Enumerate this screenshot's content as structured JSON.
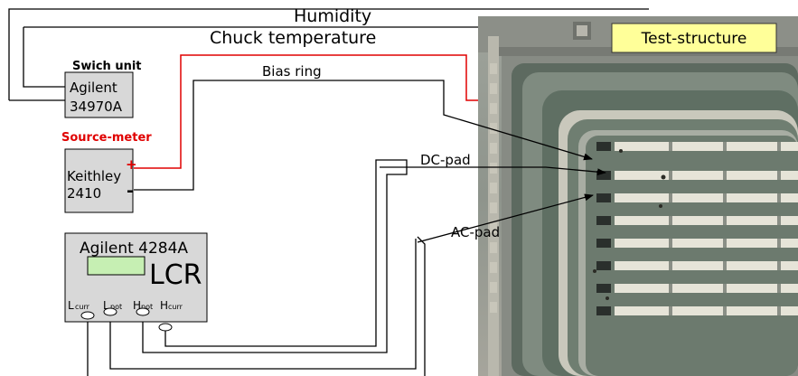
{
  "labels": {
    "humidity": "Humidity",
    "chuck_temperature": "Chuck temperature",
    "bias_ring": "Bias ring",
    "dc_pad": "DC-pad",
    "ac_pad": "AC-pad",
    "test_structure": "Test-structure"
  },
  "instruments": {
    "switch_unit": {
      "title": "Swich unit",
      "line1": "Agilent",
      "line2": "34970A"
    },
    "source_meter": {
      "title": "Source-meter",
      "line1": "Keithley",
      "line2": "2410",
      "plus": "+",
      "minus": "-"
    },
    "lcr": {
      "name": "Agilent 4284A",
      "big": "LCR",
      "terminals": [
        {
          "big": "L",
          "sub": "curr"
        },
        {
          "big": "L",
          "sub": "pot"
        },
        {
          "big": "H",
          "sub": "pot"
        },
        {
          "big": "H",
          "sub": "curr"
        }
      ]
    }
  },
  "colors": {
    "wire": "#000000",
    "red_wire": "#e00000",
    "box_fill": "#d8d8d8",
    "lcd_fill": "#c6efb3",
    "label_box_fill": "#ffff99",
    "source_meter_title": "#e00000"
  }
}
